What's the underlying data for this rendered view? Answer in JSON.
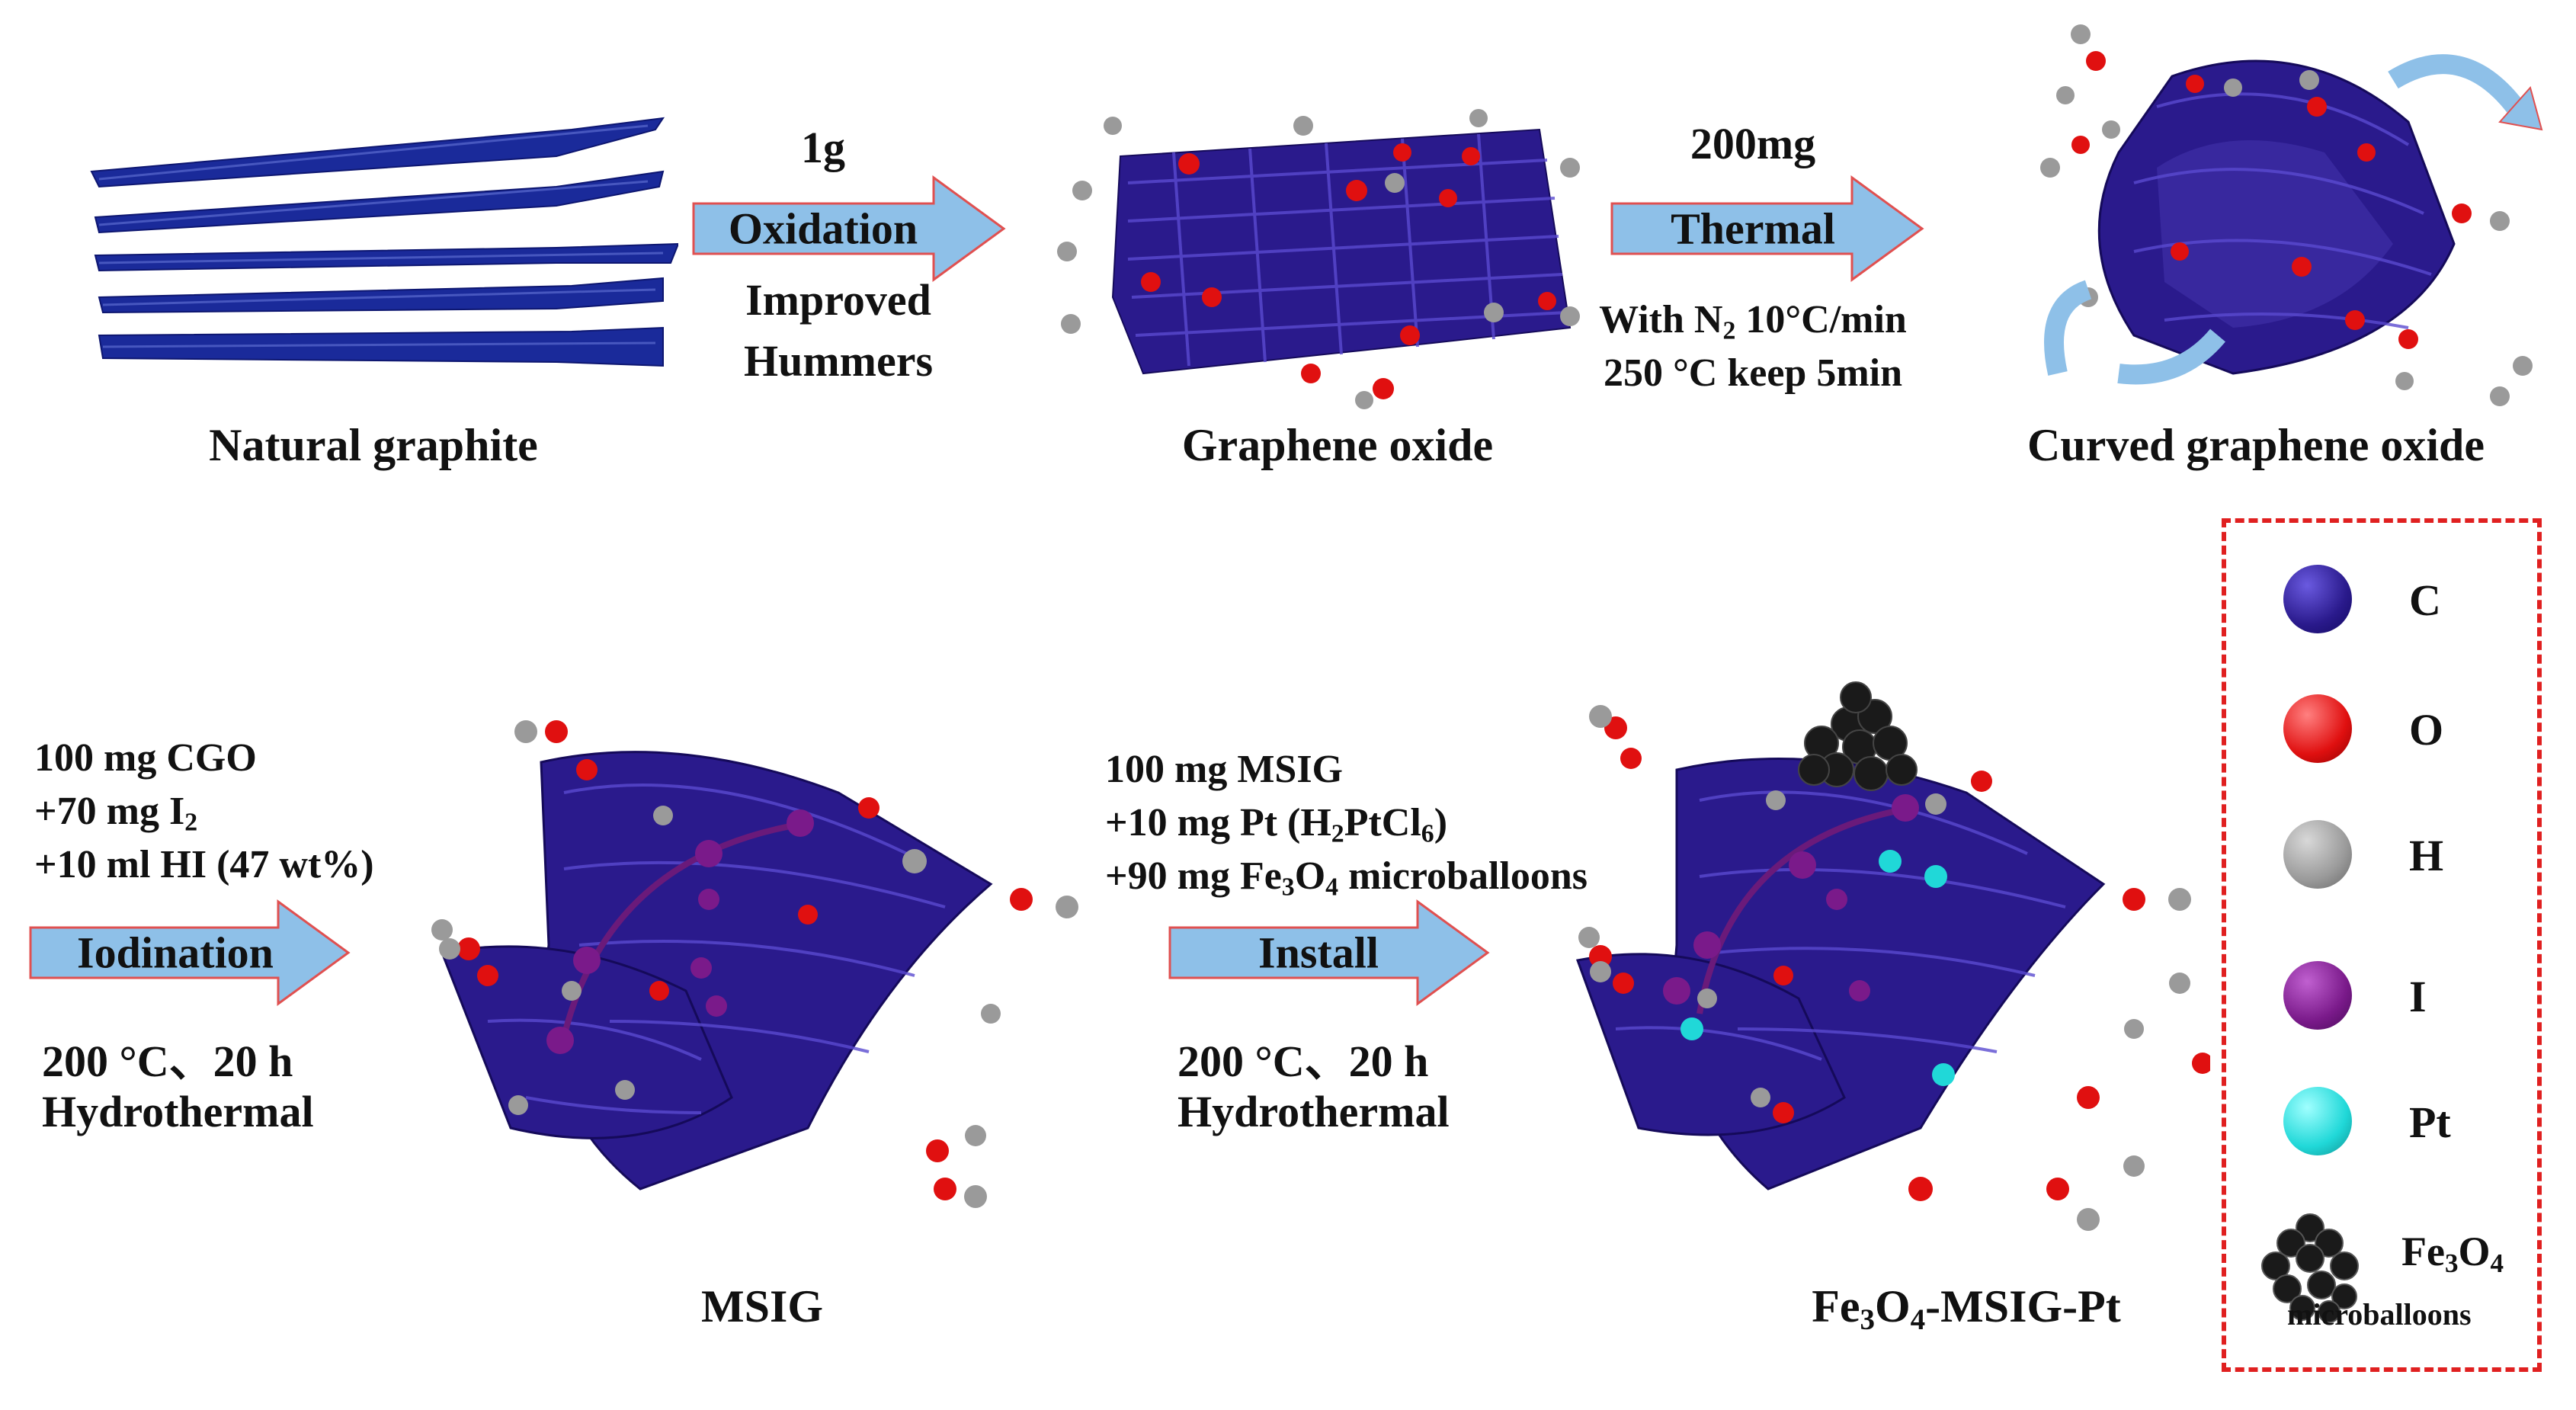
{
  "top_row": {
    "natural_graphite": "Natural graphite",
    "graphene_oxide": "Graphene oxide",
    "curved_graphene_oxide": "Curved graphene oxide",
    "step1": {
      "amount": "1g",
      "arrow": "Oxidation",
      "method_line1": "Improved",
      "method_line2": "Hummers"
    },
    "step2": {
      "amount": "200mg",
      "arrow": "Thermal",
      "cond_line1_a": "With N",
      "cond_line1_sub": "2",
      "cond_line1_b": " 10°C/min",
      "cond_line2": "250 °C  keep 5min"
    }
  },
  "bottom_row": {
    "step3": {
      "line1": "100 mg CGO",
      "line2_a": "+70 mg I",
      "line2_sub": "2",
      "line3": "+10 ml HI (47 wt%)",
      "arrow": "Iodination",
      "cond1": "200 °C、20 h",
      "cond2": "Hydrothermal"
    },
    "msig": "MSIG",
    "step4": {
      "line1": "100 mg MSIG",
      "line2_a": "+10 mg Pt (H",
      "line2_sub1": "2",
      "line2_b": "PtCl",
      "line2_sub2": "6",
      "line2_c": ")",
      "line3_a": "+90 mg Fe",
      "line3_sub1": "3",
      "line3_b": "O",
      "line3_sub2": "4",
      "line3_c": " microballoons",
      "arrow": "Install",
      "cond1": "200 °C、20 h",
      "cond2": "Hydrothermal"
    },
    "product_a": "Fe",
    "product_sub1": "3",
    "product_b": "O",
    "product_sub2": "4",
    "product_c": "-MSIG-Pt"
  },
  "legend": {
    "items": [
      {
        "symbol": "C",
        "color": "#2a1a8c"
      },
      {
        "symbol": "O",
        "color": "#e01010"
      },
      {
        "symbol": "H",
        "color": "#9a9a9a"
      },
      {
        "symbol": "I",
        "color": "#7a1a8a"
      },
      {
        "symbol": "Pt",
        "color": "#20d8d8"
      }
    ],
    "fe_a": "Fe",
    "fe_sub1": "3",
    "fe_b": "O",
    "fe_sub2": "4",
    "fe_line2": "microballoons"
  },
  "colors": {
    "arrow_fill": "#8ec0e8",
    "arrow_stroke": "#e05050",
    "carbon": "#2a1a8c",
    "graphite": "#1a2a9a",
    "oxygen": "#e01010",
    "hydrogen": "#9a9a9a",
    "iodine": "#7a1a8a",
    "platinum": "#20d8d8",
    "fe3o4": "#1a1a1a",
    "legend_border": "#e02020"
  }
}
